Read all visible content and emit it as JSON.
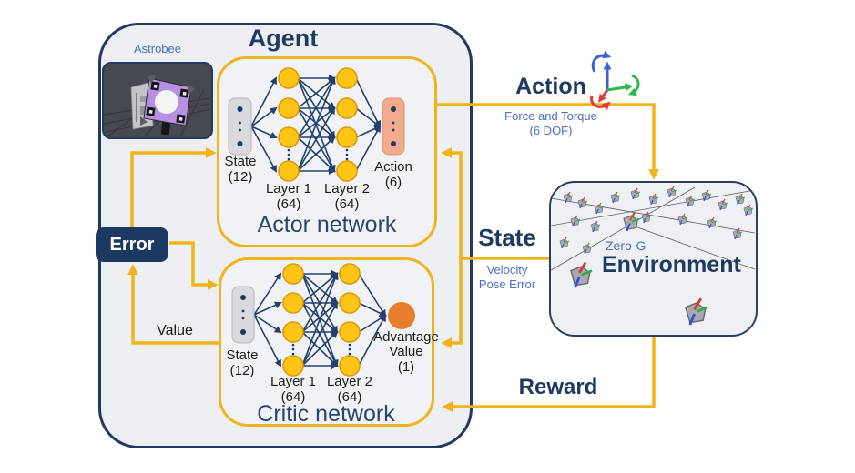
{
  "agent": {
    "title": "Agent",
    "astrobee_caption": "Astrobee",
    "error_box_label": "Error",
    "value_label": "Value",
    "actor_network": {
      "title": "Actor network",
      "input_label": "State",
      "input_count": "(12)",
      "hidden1_label": "Layer 1",
      "hidden1_count": "(64)",
      "hidden2_label": "Layer 2",
      "hidden2_count": "(64)",
      "output_label": "Action",
      "output_count": "(6)"
    },
    "critic_network": {
      "title": "Critic network",
      "input_label": "State",
      "input_count": "(12)",
      "hidden1_label": "Layer 1",
      "hidden1_count": "(64)",
      "hidden2_label": "Layer 2",
      "hidden2_count": "(64)",
      "output_label_line1": "Advantage",
      "output_label_line2": "Value",
      "output_count": "(1)"
    }
  },
  "signals": {
    "action": {
      "title": "Action",
      "detail_line1": "Force and Torque",
      "detail_line2": "(6 DOF)",
      "icon": "6dof-force-torque-axes"
    },
    "state": {
      "title": "State",
      "detail_line1": "Velocity",
      "detail_line2": "Pose Error"
    },
    "reward": {
      "title": "Reward"
    }
  },
  "environment": {
    "subtitle": "Zero-G",
    "title": "Environment"
  },
  "colors": {
    "accent_yellow": "#f1b31c",
    "navy": "#1e3a5f",
    "node_yellow": "#ffc415",
    "salmon_output": "#f2a98c",
    "orange_output": "#e87d2e",
    "blue_text": "#4a6fc3",
    "error_box_bg": "#1c3a61"
  }
}
